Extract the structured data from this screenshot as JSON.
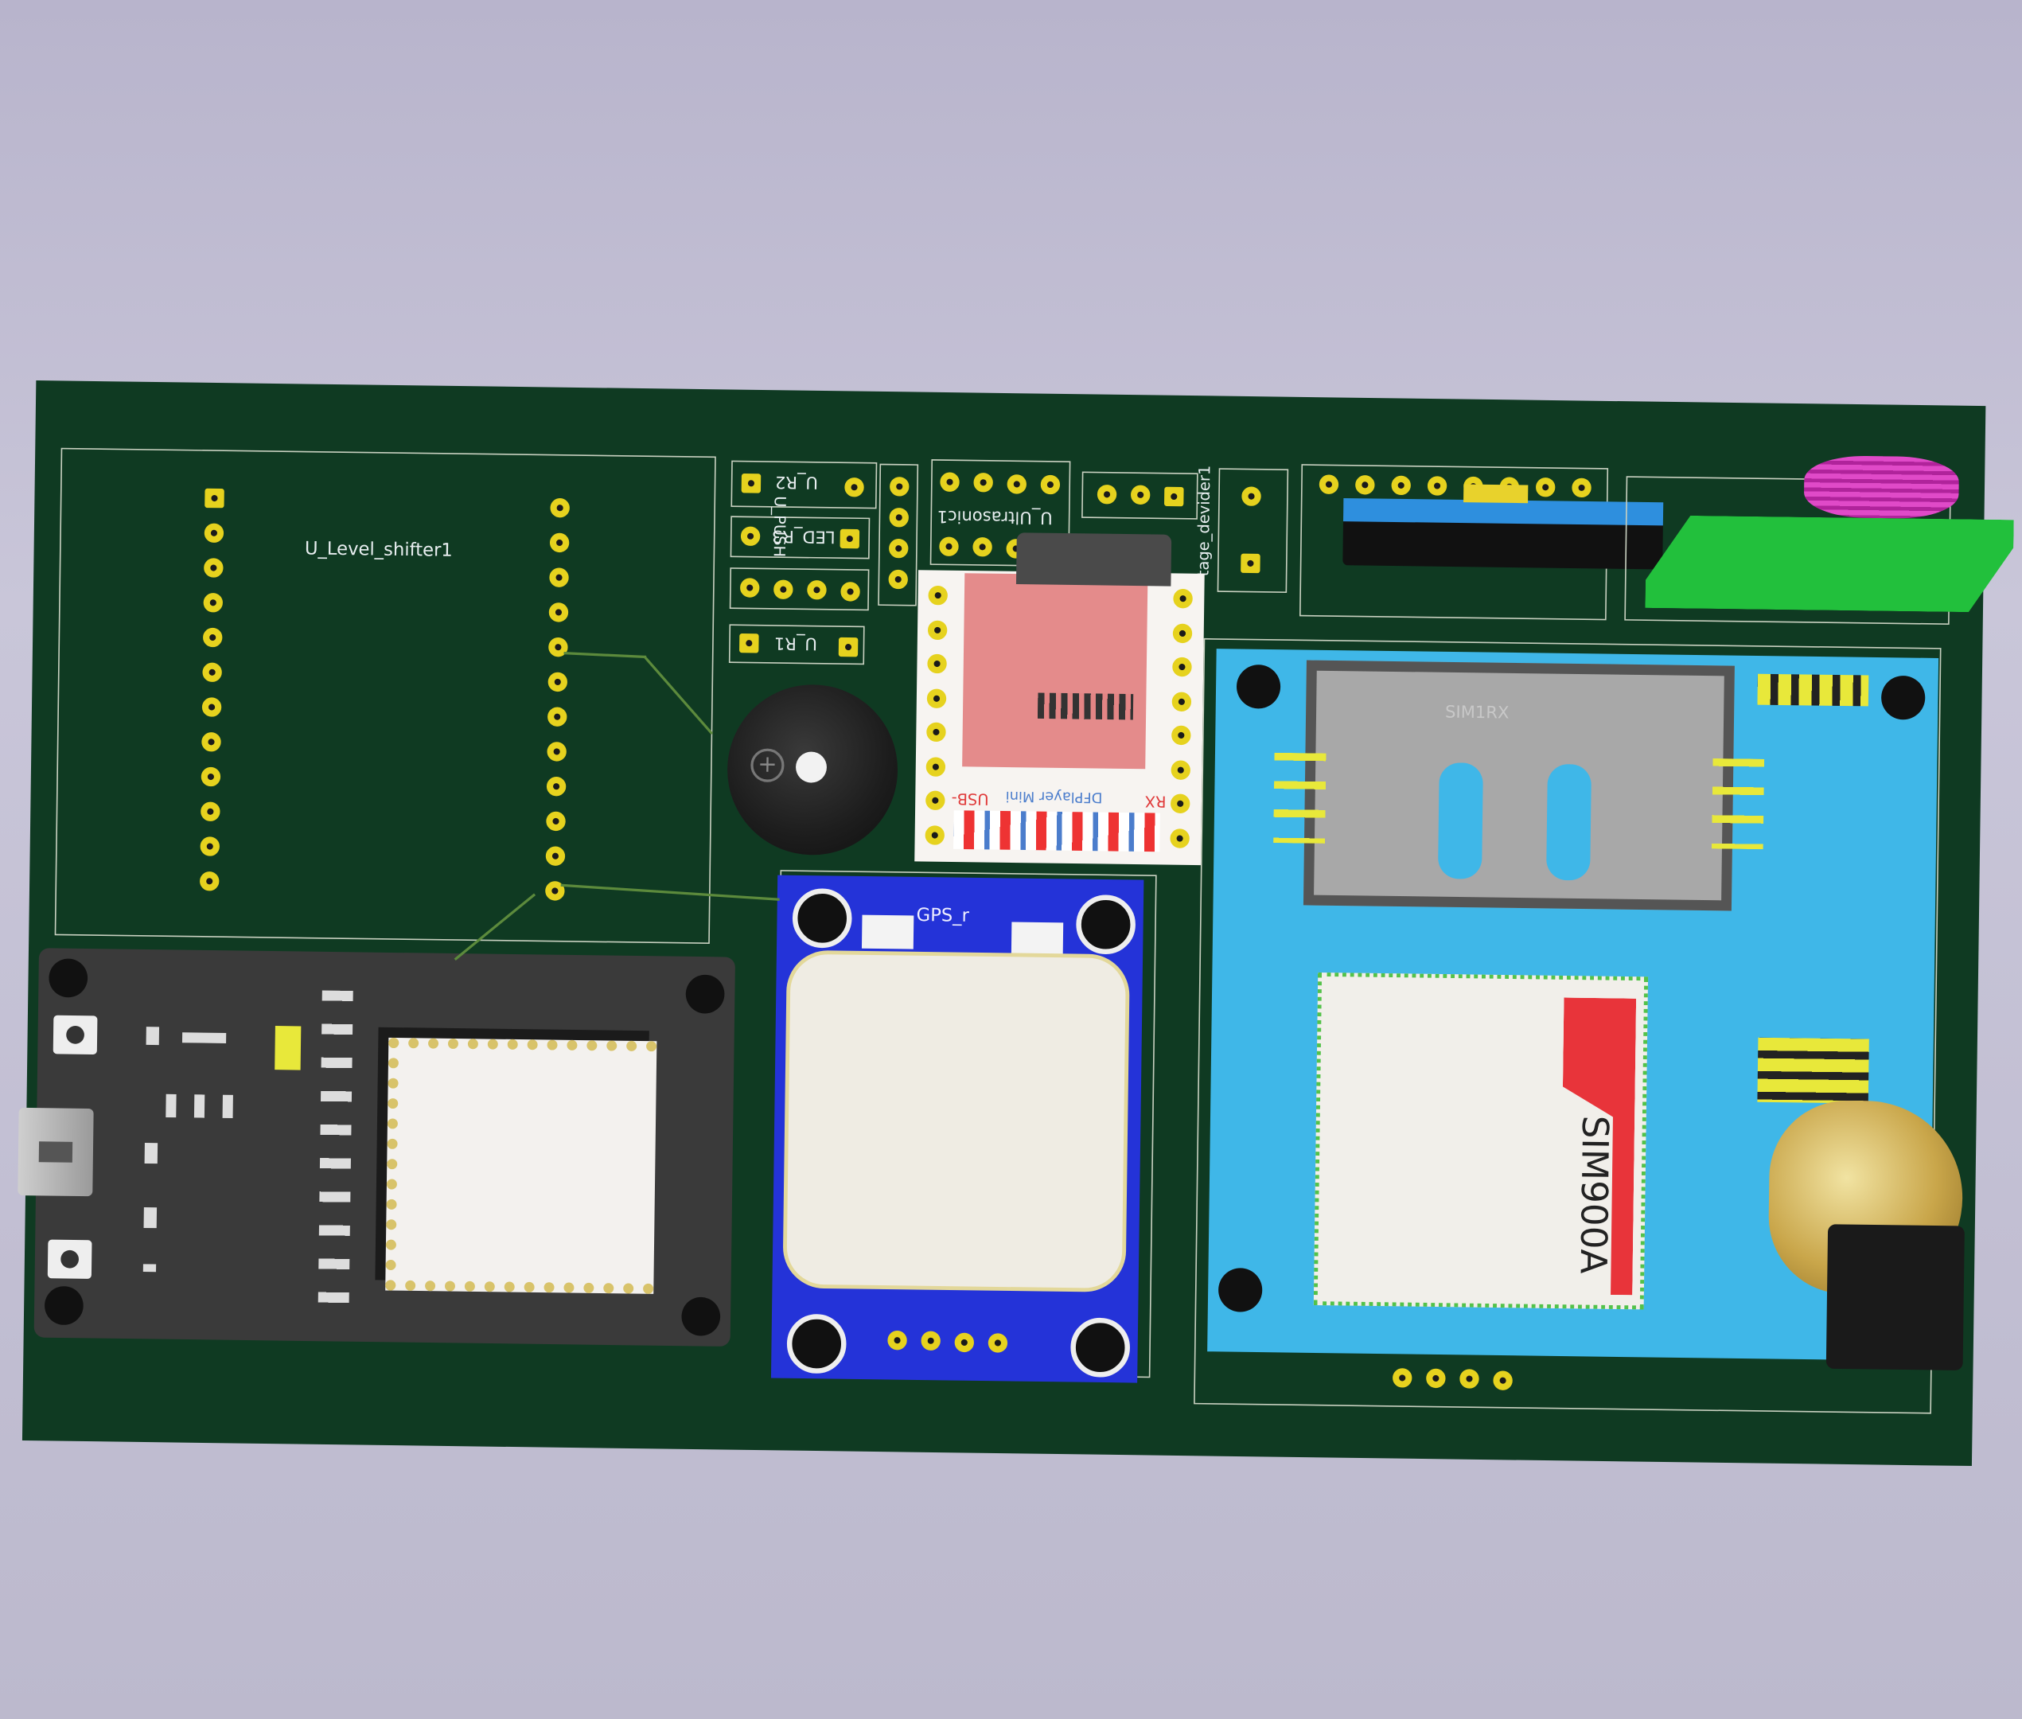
{
  "board": {
    "level_shifter_label": "U_Level_shifter1",
    "r2_label": "U_R2",
    "r3_label": "LED_R3",
    "r1_label": "U_R1",
    "push_label": "U_PUSH",
    "ultrasonic_label": "U_Ultrasonic1",
    "voltage_divider_label": "tage_devider1",
    "gps_label": "GPS_r",
    "sim_module_label": "SIM900A",
    "sim_holder_text": "SIM1RX",
    "dfplayer_label": "DFPlayer Mini",
    "dfplayer_usb": "USB-",
    "dfplayer_rx": "RX"
  },
  "colors": {
    "board": "#0f3a22",
    "pad": "#e6d21e",
    "silkscreen": "#e8eef0",
    "gsm_module": "#3fb7e8",
    "gps_module": "#2433d8",
    "dfplayer": "#e06e6e"
  },
  "icons": {
    "buzzer": "buzzer-icon",
    "usb": "micro-usb-icon",
    "sma": "sma-connector-icon"
  }
}
